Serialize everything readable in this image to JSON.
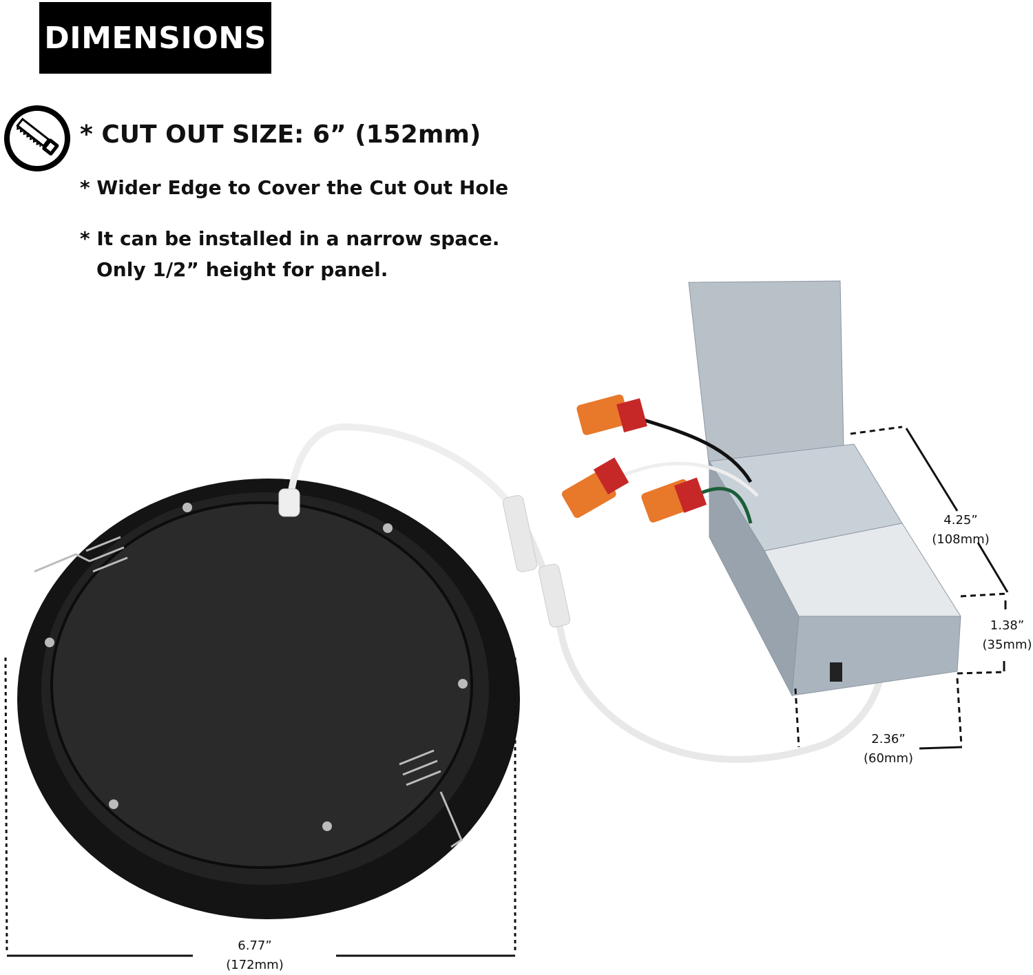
{
  "header": {
    "title": "DIMENSIONS"
  },
  "features": {
    "cut_out": "* CUT OUT SIZE:  6” (152mm)",
    "edge": "* Wider Edge to Cover the Cut Out Hole",
    "narrow_1": "* It can be installed in a narrow space.",
    "narrow_2": "Only 1/2” height for panel."
  },
  "dimensions": {
    "box_length": {
      "in": "4.25”",
      "mm": "(108mm)"
    },
    "box_height": {
      "in": "1.38”",
      "mm": "(35mm)"
    },
    "box_width": {
      "in": "2.36”",
      "mm": "(60mm)"
    },
    "panel_diameter": {
      "in": "6.77”",
      "mm": "(172mm)"
    }
  },
  "colors": {
    "title_bg": "#000000",
    "panel": "#1c1c1c",
    "box": "#aab4bf",
    "connector": "#e8782a"
  }
}
